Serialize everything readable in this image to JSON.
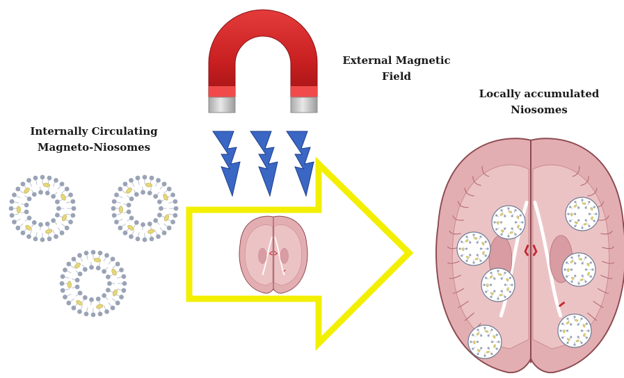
{
  "labels": {
    "circulating": {
      "line1": "Internally Circulating",
      "line2": "Magneto-Niosomes"
    },
    "field": {
      "line1": "External Magnetic",
      "line2": "Field"
    },
    "accumulated": {
      "line1": "Locally accumulated",
      "line2": "Niosomes"
    }
  },
  "icons": [
    "horseshoe-magnet-icon",
    "lightning-bolt-icon",
    "brain-icon",
    "niosome-icon",
    "arrow-icon"
  ],
  "colors": {
    "magnet_red": "#cc1f1f",
    "magnet_pole": "#c9c9c9",
    "bolt_blue": "#3a66c4",
    "arrow_yellow": "#f2ef00",
    "brain_tissue": "#e3aeb1",
    "brain_outline": "#8c4a50",
    "niosome_head": "#9aa3b6",
    "niosome_particle": "#e6d77a"
  }
}
